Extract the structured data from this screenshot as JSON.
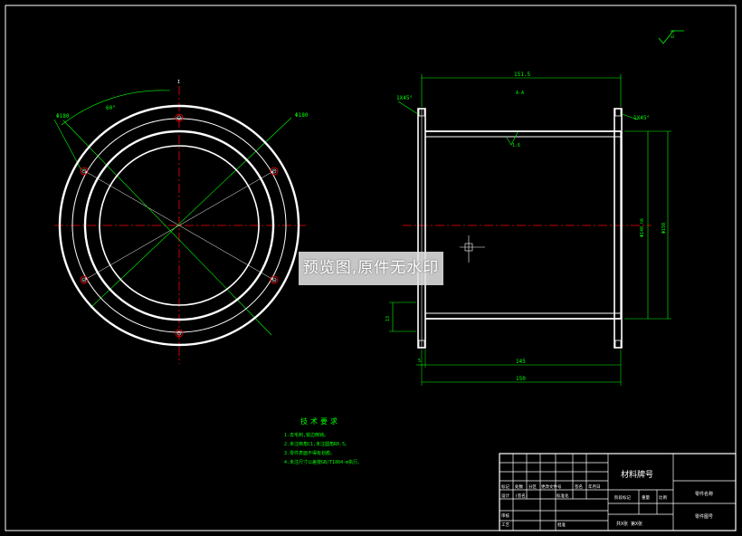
{
  "drawing": {
    "roughness_mark": "6.3",
    "front_view": {
      "pitch_diameter_label": "Φ180",
      "angle_label": "60°",
      "hole_pcd_label": "Φ180",
      "axis_label": "I"
    },
    "section_view": {
      "top_width": "151.5",
      "section_label": "A-A",
      "chamfer_left": "1X45°",
      "chamfer_right": "1X45°",
      "flange_thickness": "13",
      "inner_diameter": "Φ140 h6",
      "outer_diameter": "Φ150",
      "bottom_small": "5",
      "inner_length": "145",
      "overall_length": "150",
      "roughness_inner": "1.6"
    },
    "tech_requirements": {
      "title": "技术要求",
      "items": [
        "1.去毛刺,锐边倒钝。",
        "2.未注倒角C1,未注圆角R0.5。",
        "3.零件表面不得有划痕。",
        "4.未注尺寸公差按GB/T1804-m执行。"
      ]
    },
    "title_block": {
      "material": "材料牌号",
      "part_name": "零件名称",
      "part_code": "零件图号",
      "col_mark": "标记",
      "col_count": "处数",
      "col_zone": "分区",
      "col_docno": "更改文件号",
      "col_sign": "签名",
      "col_date": "年月日",
      "design": "设计",
      "standardize": "标准化",
      "stage_mark": "阶段标记",
      "weight": "重量",
      "scale": "比例",
      "review": "审核",
      "process": "工艺",
      "approve": "批准",
      "sheet_info": "共X张  第X张",
      "designer_name": "(签名)"
    },
    "watermark": "预览图,原件无水印"
  }
}
